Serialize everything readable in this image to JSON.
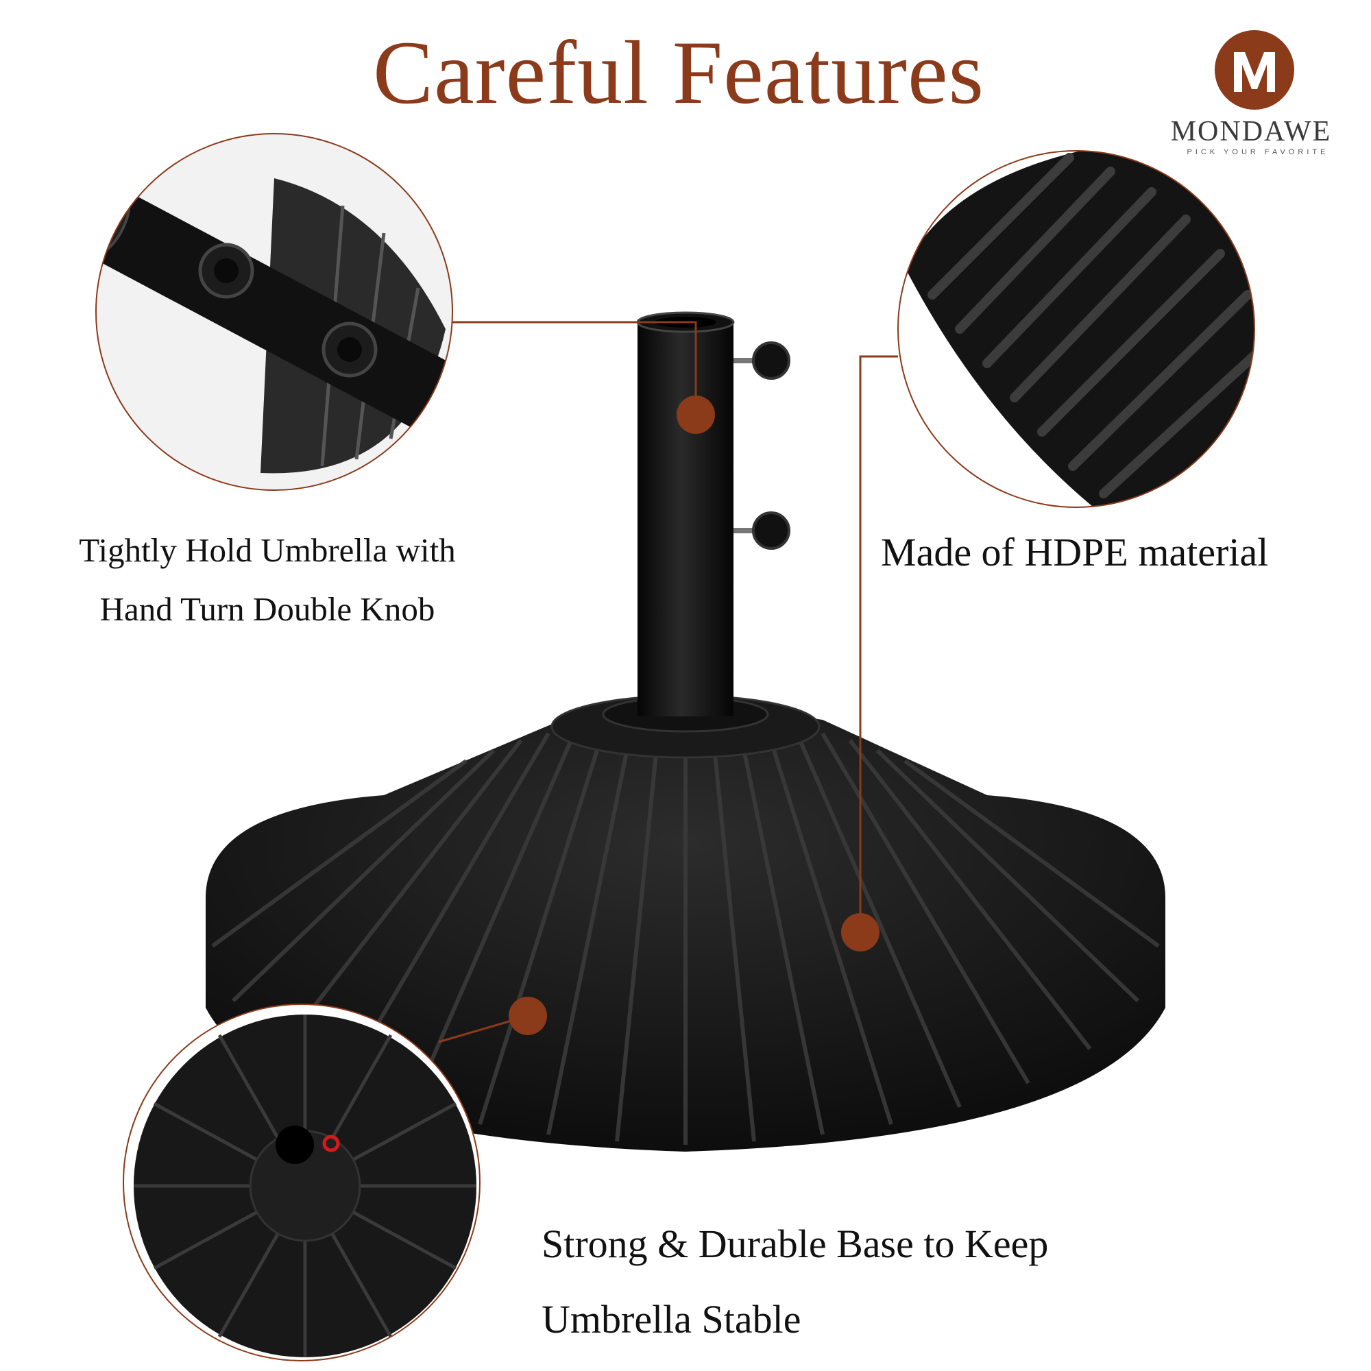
{
  "title": "Careful Features",
  "brand": {
    "name": "MONDAWE",
    "tagline": "PICK YOUR FAVORITE",
    "logo_icon": "mondawe-logo-icon",
    "color": "#8b3a1a"
  },
  "features": [
    {
      "lines": [
        "Tightly Hold Umbrella with",
        "Hand Turn Double Knob"
      ],
      "icon": "pole-knob-closeup"
    },
    {
      "lines": [
        "Made of HDPE material"
      ],
      "icon": "ribbed-surface-closeup"
    },
    {
      "lines": [
        "Strong & Durable Base to Keep",
        "Umbrella Stable"
      ],
      "icon": "base-top-view-closeup"
    }
  ],
  "colors": {
    "accent": "#8b3a1a",
    "product": "#1a1a1a",
    "background": "#ffffff"
  }
}
